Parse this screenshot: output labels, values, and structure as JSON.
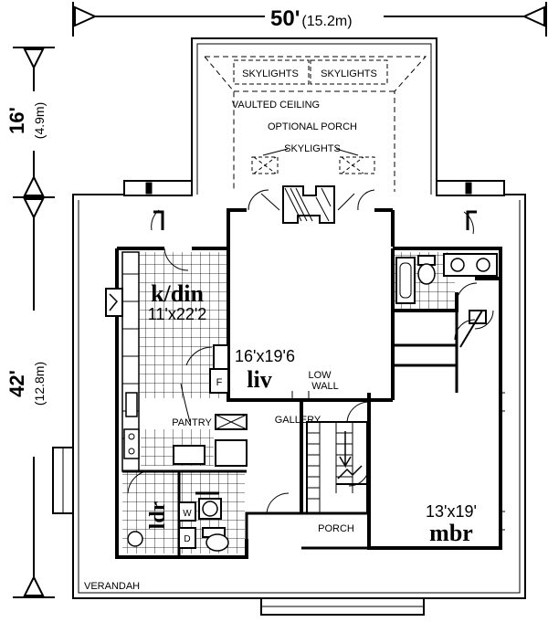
{
  "dimensions": {
    "width_main": "50'",
    "width_metric": "(15.2m)",
    "depth_upper": "16'",
    "depth_upper_metric": "(4.9m)",
    "depth_lower": "42'",
    "depth_lower_metric": "(12.8m)"
  },
  "labels": {
    "skylights_left": "SKYLIGHTS",
    "skylights_right": "SKYLIGHTS",
    "vaulted_ceiling": "VAULTED CEILING",
    "optional_porch": "OPTIONAL PORCH",
    "skylights_mid": "SKYLIGHTS",
    "low_wall_1": "LOW",
    "low_wall_2": "WALL",
    "gallery": "GALLERY",
    "pantry": "PANTRY",
    "porch": "PORCH",
    "verandah": "VERANDAH",
    "fridge": "F",
    "washer": "W",
    "dryer": "D"
  },
  "rooms": {
    "kitchen_name": "k/din",
    "kitchen_size": "11'x22'2",
    "living_size": "16'x19'6",
    "living_name": "liv",
    "master_size": "13'x19'",
    "master_name": "mbr",
    "laundry_name": "ldr"
  }
}
